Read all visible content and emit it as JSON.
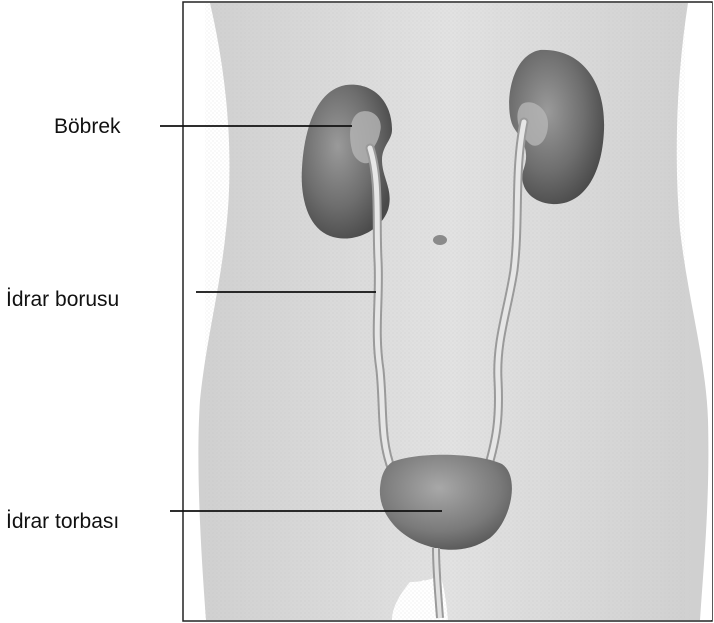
{
  "labels": {
    "kidney": "Böbrek",
    "ureter": "İdrar borusu",
    "bladder": "İdrar torbası"
  },
  "colors": {
    "skin": "#dcdcdc",
    "skin_shadow": "#c4c4c4",
    "organ": "#6e6e6e",
    "organ_dark": "#4a4a4a",
    "tube": "#e2e2e2",
    "line": "#111111"
  }
}
